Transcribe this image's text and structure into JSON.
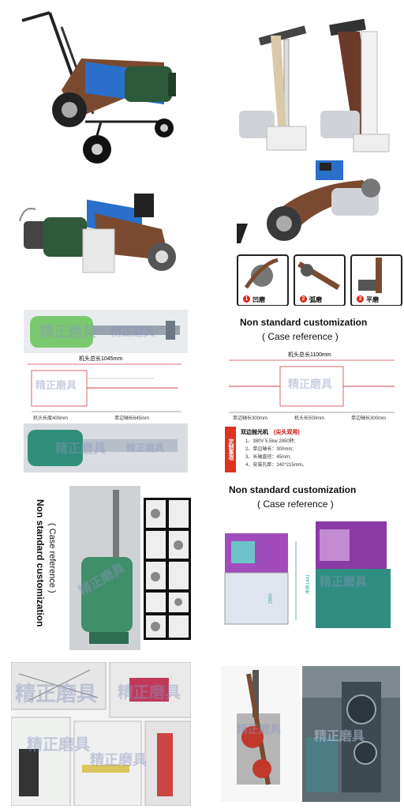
{
  "grinding_modes": [
    {
      "num": "1",
      "label": "凹磨"
    },
    {
      "num": "2",
      "label": "弧磨"
    },
    {
      "num": "3",
      "label": "平磨"
    }
  ],
  "watermark": "精正磨具",
  "spindle1": {
    "total_length": "机头总长1045mm",
    "head_length": "机头长度400mm",
    "shaft_length": "单边轴长645mm"
  },
  "custom_1": {
    "title": "Non standard customization",
    "subtitle": "( Case reference )",
    "total_length": "机头总长1100mm",
    "left_shaft": "单边轴长300mm",
    "head_length": "机头长500mm",
    "right_shaft": "单边轴长300mm",
    "notes_title": "定制事项",
    "machine_name": "双边抛光机",
    "machine_tag": "(尖头双用)",
    "specs": [
      "1、380V   5.5kw   2850转;",
      "2、单边轴长：300mm;",
      "3、长轴直径：45mm;",
      "4、安装孔距：140*215mm。"
    ]
  },
  "custom_2": {
    "vertical_title": "Non standard customization",
    "vertical_subtitle": "( Case reference )"
  },
  "custom_3": {
    "title": "Non standard customization",
    "subtitle": "( Case reference )",
    "dim_height": "1500",
    "dim_label": "净高1441"
  }
}
